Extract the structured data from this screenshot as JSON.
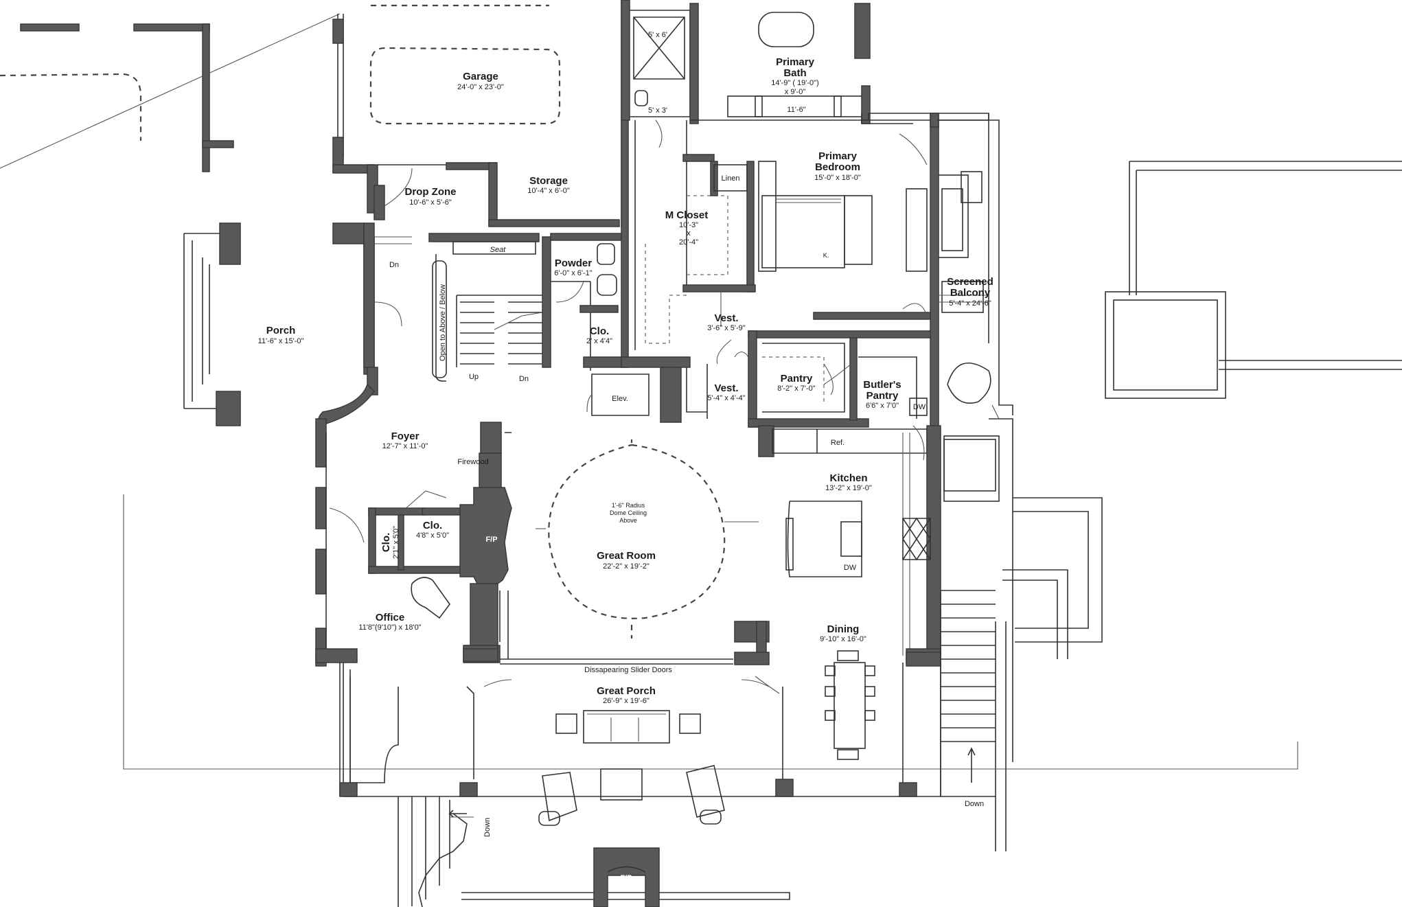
{
  "rooms": {
    "garage": {
      "name": "Garage",
      "dim": "24'-0\" x 23'-0\""
    },
    "primary_bath": {
      "name1": "Primary",
      "name2": "Bath",
      "dim1": "14'-9\" ( 19'-0\")",
      "dim2": "x 9'-0\"",
      "mark": "11'-6\""
    },
    "shower": {
      "dim": "5' x 6'"
    },
    "wc": {
      "dim": "5' x 3'"
    },
    "primary_bedroom": {
      "name1": "Primary",
      "name2": "Bedroom",
      "dim": "15'-0\" x 18'-0\""
    },
    "linen": {
      "name": "Linen"
    },
    "drop_zone": {
      "name": "Drop Zone",
      "dim": "10'-6\" x 5'-6\""
    },
    "storage": {
      "name": "Storage",
      "dim": "10'-4\" x 6'-0\""
    },
    "m_closet": {
      "name": "M Closet",
      "dim1": "10'-3\"",
      "dim2": "x",
      "dim3": "20'-4\""
    },
    "seat": {
      "name": "Seat"
    },
    "powder": {
      "name": "Powder",
      "dim": "6'-0\" x 6'-1\""
    },
    "porch": {
      "name": "Porch",
      "dim": "11'-6\" x 15'-0\""
    },
    "stair": {
      "open": "Open to Above / Below",
      "up": "Up",
      "dn": "Dn",
      "dn2": "Dn"
    },
    "clo_hall": {
      "name": "Clo.",
      "dim": "2' x 4'4\""
    },
    "vest1": {
      "name": "Vest.",
      "dim": "3'-6\" x 5'-9\""
    },
    "screened_balcony": {
      "name1": "Screened",
      "name2": "Balcony",
      "dim": "5'-4\" x 24'-6\""
    },
    "pantry": {
      "name": "Pantry",
      "dim": "8'-2\" x 7'-0\""
    },
    "butlers_pantry": {
      "name1": "Butler's",
      "name2": "Pantry",
      "dim": "6'6\" x 7'0\"",
      "dw": "DW"
    },
    "elev": {
      "name": "Elev."
    },
    "vest2": {
      "name": "Vest.",
      "dim": "5'-4\" x 4'-4\""
    },
    "foyer": {
      "name": "Foyer",
      "dim": "12'-7\" x 11'-0\""
    },
    "firewood": {
      "name": "Firewood"
    },
    "ref": {
      "name": "Ref."
    },
    "kitchen": {
      "name": "Kitchen",
      "dim": "13'-2\" x 19'-0\"",
      "dw": "DW"
    },
    "clo_small": {
      "name": "Clo.",
      "dim": "2'1\" x 5'0\""
    },
    "clo_foyer": {
      "name": "Clo.",
      "dim": "4'8\" x 5'0\""
    },
    "fp": {
      "name": "F/P"
    },
    "great_room": {
      "name": "Great Room",
      "dim": "22'-2\" x 19'-2\"",
      "dome1": "1'-6\" Radius",
      "dome2": "Dome Ceiling",
      "dome3": "Above"
    },
    "office": {
      "name": "Office",
      "dim": "11'8\"(9'10\") x 18'0\""
    },
    "dining": {
      "name": "Dining",
      "dim": "9'-10\" x 16'-0\""
    },
    "slider": {
      "name": "Dissapearing Slider Doors"
    },
    "great_porch": {
      "name": "Great Porch",
      "dim": "26'-9\" x 19'-6\""
    },
    "stairs_down": {
      "left": "Down",
      "right": "Down"
    },
    "fp2": {
      "name": "F/P"
    },
    "kitchen_K": {
      "name": "K."
    }
  }
}
